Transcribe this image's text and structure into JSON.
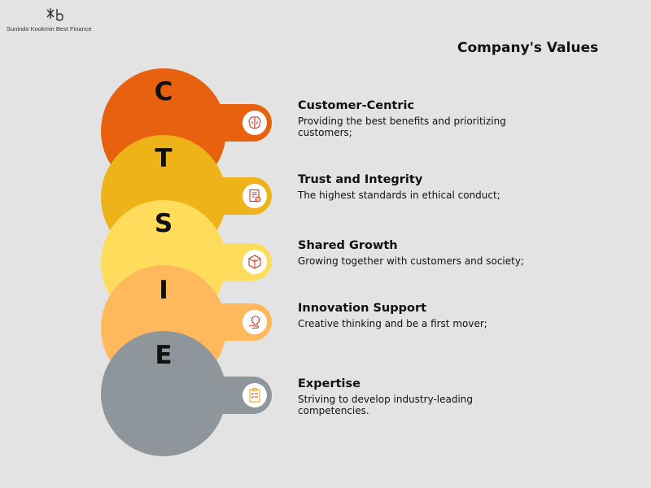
{
  "brand": {
    "name": "Sunindo Kookmin Best Finance",
    "logo_icon": "kb-logo-icon"
  },
  "title": "Company's Values",
  "colors": {
    "background": "#e3e3e3",
    "orange_dark": "#e8610e",
    "amber": "#eeb318",
    "yellow": "#ffdc5c",
    "light_orange": "#ffb95c",
    "gray": "#8e969c"
  },
  "values": [
    {
      "letter": "C",
      "title": "Customer-Centric",
      "description": "Providing the best benefits and prioritizing customers;",
      "icon": "brain-icon",
      "color": "#e8610e"
    },
    {
      "letter": "T",
      "title": "Trust and Integrity",
      "description": "The highest standards in ethical conduct;",
      "icon": "document-stamp-icon",
      "color": "#eeb318"
    },
    {
      "letter": "S",
      "title": "Shared Growth",
      "description": "Growing together with customers and society;",
      "icon": "gem-box-icon",
      "color": "#ffdc5c"
    },
    {
      "letter": "I",
      "title": "Innovation Support",
      "description": "Creative thinking and be a first mover;",
      "icon": "lightbulb-hand-icon",
      "color": "#ffb95c"
    },
    {
      "letter": "E",
      "title": "Expertise",
      "description": "Striving to develop industry-leading competencies.",
      "icon": "checklist-icon",
      "color": "#8e969c"
    }
  ]
}
